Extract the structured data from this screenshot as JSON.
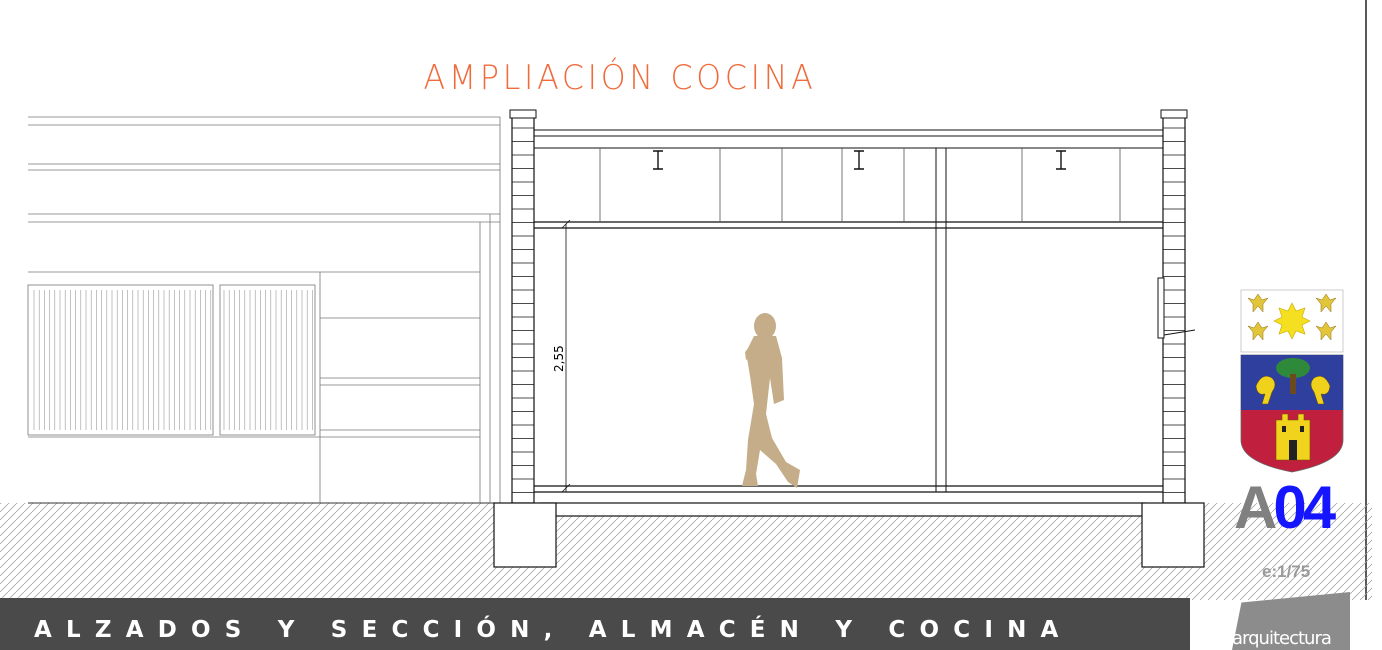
{
  "title": "AMPLIACIÓN  COCINA",
  "dimension": "2,55",
  "sheet": {
    "letter": "A",
    "number": "04"
  },
  "scale": "e:1/75",
  "banner": "ALZADOS Y SECCIÓN, ALMACÉN Y COCINA",
  "logo_text": "arquitectura",
  "colors": {
    "title": "#f06b3c",
    "sheet_number": "#1515ff",
    "banner": "#4a4a4a",
    "figure": "#c4ad88",
    "shield_blue": "#2f3f9e",
    "shield_red": "#c11f3e"
  }
}
